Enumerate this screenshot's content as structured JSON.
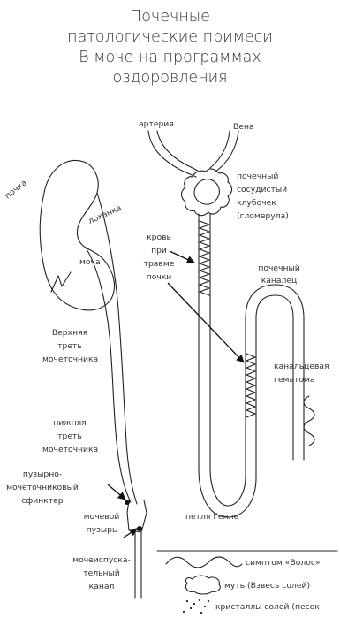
{
  "title_lines": [
    "Почечные",
    "патологические примеси",
    "В моче на программах",
    "оздоровления"
  ],
  "labels": {
    "arteriya": "артерия",
    "vena": "Вена",
    "glomerula": [
      "почечный",
      "сосудистый",
      "клубочек",
      "(гломерула)"
    ],
    "krov": [
      "кровь",
      "при",
      "травме",
      "почки"
    ],
    "kanalec": [
      "почечный",
      "каналец"
    ],
    "gematoma": [
      "канальцевая",
      "гематома"
    ],
    "petlya": "петля Генле",
    "pochka": "почка",
    "lohanka": "лоханка",
    "mocha": "моча",
    "verh": [
      "Верхняя",
      "треть",
      "мочеточника"
    ],
    "nizh": [
      "нижняя",
      "треть",
      "мочеточника"
    ],
    "sfinkter": [
      "пузырно-",
      "мочеточниковый",
      "сфинктер"
    ],
    "puzyr": [
      "мочевой",
      "пузырь"
    ],
    "kanal": [
      "мочеиспуска-",
      "тельный",
      "канал"
    ]
  },
  "legend": [
    {
      "label": "симптом «Волос»",
      "symbol": "wave"
    },
    {
      "label": "муть (Взвесь солей)",
      "symbol": "cloud"
    },
    {
      "label": "кристаллы солей (песок",
      "symbol": "dots"
    }
  ]
}
